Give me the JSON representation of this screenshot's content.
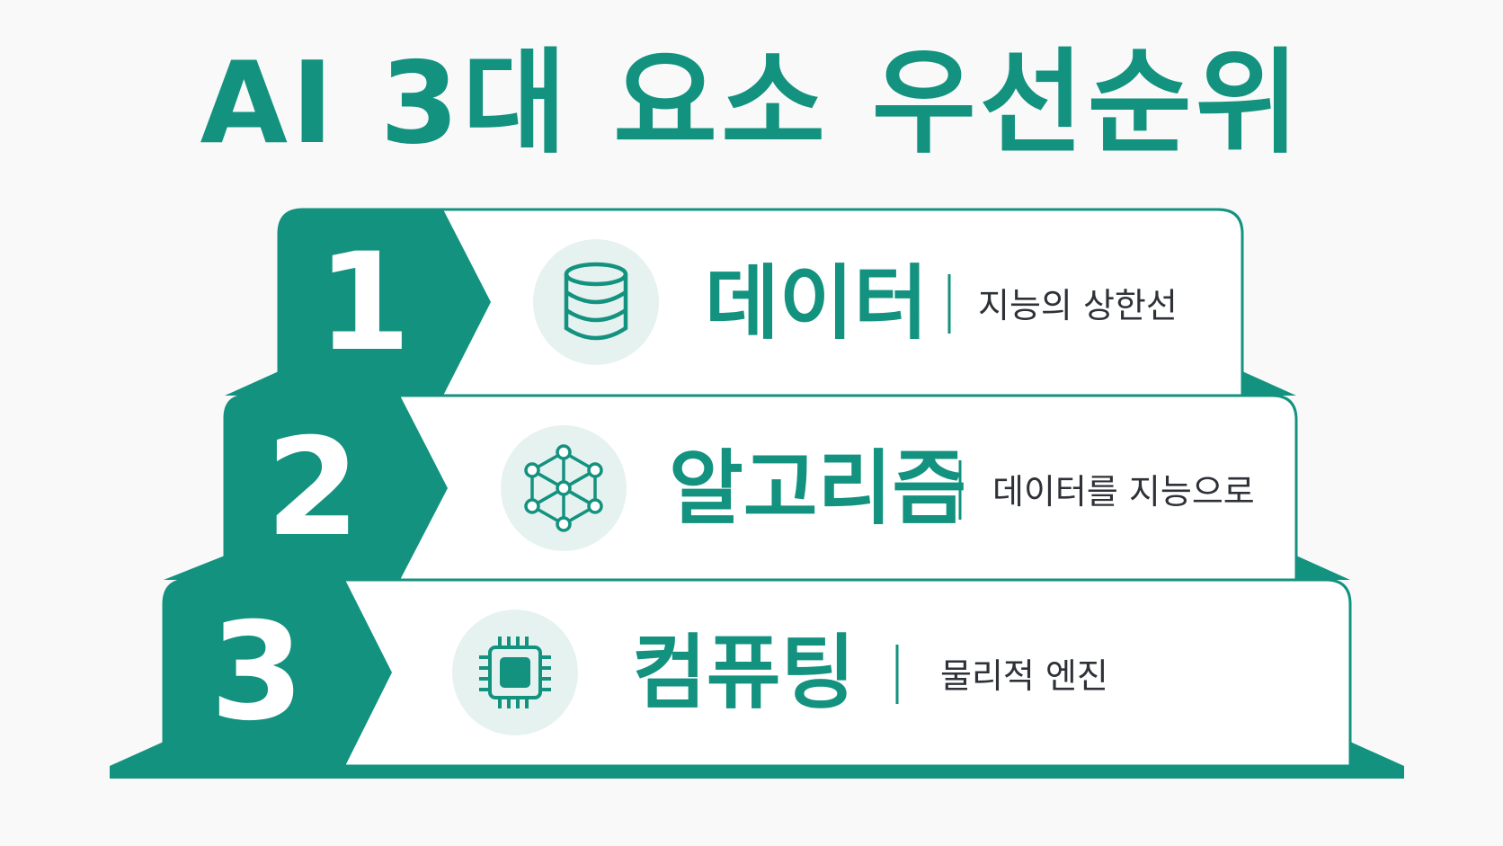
{
  "title": "AI 3대 요소 우선순위",
  "colors": {
    "accent": "#13927f",
    "icon_bg": "#e6f2ef",
    "page_bg": "#f9f9f9",
    "text_dark": "#2e3238"
  },
  "tiers": [
    {
      "rank": "1",
      "label": "데이터",
      "description": "지능의 상한선",
      "icon": "database-icon"
    },
    {
      "rank": "2",
      "label": "알고리즘",
      "description": "데이터를 지능으로",
      "icon": "network-icon"
    },
    {
      "rank": "3",
      "label": "컴퓨팅",
      "description": "물리적 엔진",
      "icon": "cpu-chip-icon"
    }
  ]
}
